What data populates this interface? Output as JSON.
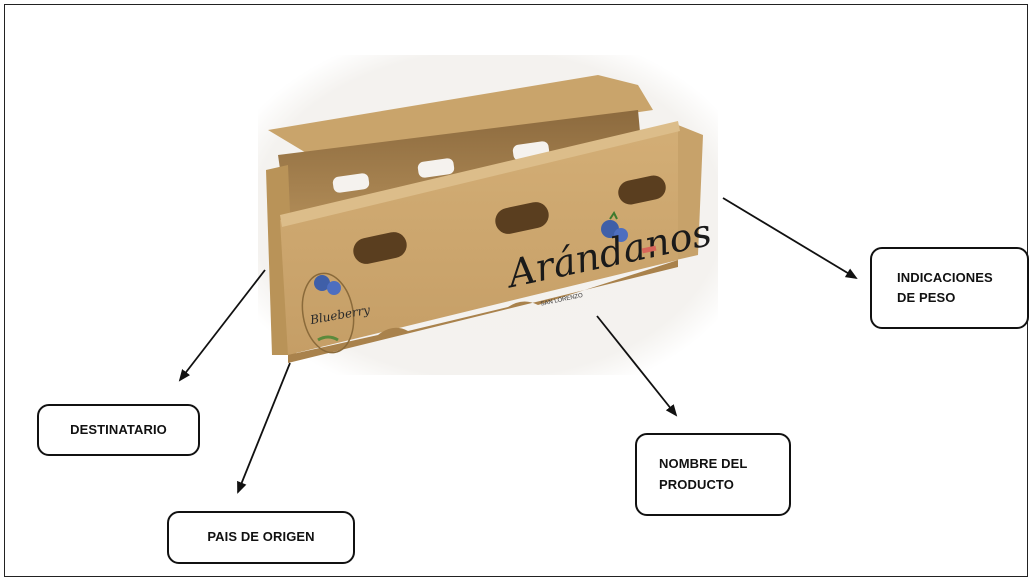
{
  "image": {
    "subject": "cardboard-blueberry-box",
    "box_print": {
      "brand_script": "Arándanos",
      "brand_subtext": "SAN LORENZO",
      "side_logo": "Blueberry"
    }
  },
  "labels": {
    "destinatario": "DESTINATARIO",
    "pais_de_origen": "PAIS DE ORIGEN",
    "nombre_del_producto": "NOMBRE DEL\nPRODUCTO",
    "indicaciones_de_peso": "INDICACIONES\nDE PESO"
  },
  "colors": {
    "cardboard": "#c9a46b",
    "cardboard_dark": "#a9824c",
    "ink": "#1a1a1a",
    "blueberry": "#3f5fa8",
    "frame": "#222222"
  }
}
